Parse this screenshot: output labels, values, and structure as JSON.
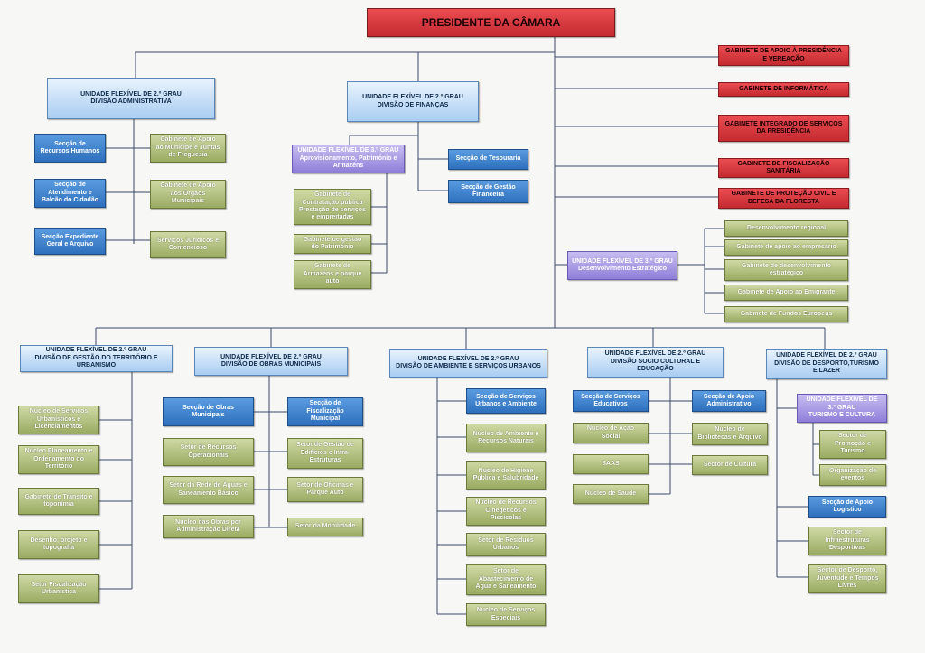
{
  "colors": {
    "red": "#d6353b",
    "light_blue": "#c6e0f8",
    "blue": "#3b80cf",
    "olive": "#b3c27f",
    "purple": "#a898e6",
    "line": "#3a4a6a"
  },
  "president": "PRESIDENTE DA CÂMARA",
  "gabinetes": {
    "apoio_presidencia": "GABINETE DE APOIO À PRESIDÊNCIA\nE VEREAÇÃO",
    "informatica": "GABINETE DE INFORMÁTICA",
    "servicos_presidencia": "GABINETE INTEGRADO DE SERVIÇOS\nDA PRESIDÊNCIA",
    "fiscalizacao_sanitaria": "GABINETE DE FISCALIZAÇÃO\nSANITÁRIA",
    "protecao_civil": "GABINETE DE PROTEÇÃO CIVIL E\nDEFESA DA FLORESTA"
  },
  "div_administrativa": {
    "title": "UNIDADE FLEXÍVEL DE 2.º GRAU\nDIVISÃO ADMINISTRATIVA",
    "recursos_humanos": "Secção de\nRecursos Humanos",
    "atendimento": "Secção de\nAtendimento e\nBalcão do Cidadão",
    "expediente": "Secção Expediente\nGeral e Arquivo",
    "apoio_municipe": "Gabinete de Apoio\nao Munícipe e Juntas\nde Freguesia",
    "apoio_orgaos": "Gabinete de Apoio\naos Órgãos\nMunicipais",
    "juridicos": "Serviços Jurídicos e\nContencioso"
  },
  "div_financas": {
    "title": "UNIDADE FLEXÍVEL DE 2.º GRAU\nDIVISÃO DE FINANÇAS",
    "aprovisionamento": "UNIDADE FLEXÍVEL DE 3.º GRAU\nAprovisionamento, Património e\nArmazéns",
    "contratacao": "Gabinete de\nContratação pública\nPrestação de serviços\ne empreitadas",
    "patrimonio": "Gabinete de gestão\ndo Património",
    "armazens": "Gabinete de\nArmazéns e parque\nauto",
    "tesouraria": "Secção de Tesouraria",
    "gestao_financeira": "Secção de Gestão\nFinanceira"
  },
  "desenv_estrategico": {
    "title": "UNIDADE FLEXÍVEL DE 3.º GRAU\nDesenvolvimento Estratégico",
    "items": [
      "Desenvolvimento regional",
      "Gabinete de apoio ao empresário",
      "Gabinete de desenvolvimento\nestratégico",
      "Gabinete de Apoio ao Emigrante",
      "Gabinete de Fundos Europeus"
    ]
  },
  "div_territorio": {
    "title": "UNIDADE FLEXÍVEL DE 2.º GRAU\nDIVISÃO DE GESTÃO DO TERRITÓRIO E\nURBANISMO",
    "items": [
      "Núcleo de Serviços\nUrbanísticos e\nLicenciamentos",
      "Núcleo Planeamento e\nOrdenamento do\nTerritório",
      "Gabinete de Trânsito e\ntoponímia",
      "Desenho, projeto e\ntopografia",
      "Setor Fiscalização\nUrbanística"
    ]
  },
  "div_obras": {
    "title": "UNIDADE FLEXÍVEL DE 2.º GRAU\nDIVISÃO DE OBRAS MUNICIPAIS",
    "obras": "Secção de Obras\nMunicipais",
    "fiscalizacao": "Secção de\nFiscalização\nMunicipal",
    "left": [
      "Setor de Recursos\nOperacionais",
      "Setor da Rede de Águas e\nSaneamento Básico",
      "Núcleo das Obras por\nAdministração Direta"
    ],
    "right": [
      "Setor de Gestão de\nEdifícios e Infra-\nEstruturas",
      "Setor de Oficinas e\nParque Auto",
      "Setor da Mobilidade"
    ]
  },
  "div_ambiente": {
    "title": "UNIDADE FLEXÍVEL DE 2.º GRAU\nDIVISÃO DE AMBIENTE E SERVIÇOS URBANOS",
    "seccao": "Secção de Serviços\nUrbanos e Ambiente",
    "items": [
      "Núcleo de Ambiente e\nRecursos Naturais",
      "Núcleo de Higiene\nPública e Salubridade",
      "Núcleo de Recursos\nCinegéticos e\nPiscícolas",
      "Setor de Resíduos\nUrbanos",
      "Setor de\nAbastecimento de\nÁgua e Saneamento",
      "Núcleo de Serviços\nEspeciais"
    ]
  },
  "div_socio": {
    "title": "UNIDADE FLEXÍVEL DE 2.º GRAU\nDIVISÃO SOCIO CULTURAL E\nEDUCAÇÃO",
    "educativos": "Secção de Serviços\nEducativos",
    "acao_social": "Núcleo de Ação\nSocial",
    "saas": "SAAS",
    "saude": "Núcleo de Saúde",
    "apoio_admin": "Secção de Apoio\nAdministrativo",
    "bibliotecas": "Núcleo de\nBibliotecas e Arquivo",
    "cultura": "Sector de Cultura"
  },
  "div_desporto": {
    "title": "UNIDADE FLEXÍVEL DE 2.º GRAU\nDIVISÃO DE DESPORTO,TURISMO\nE LAZER",
    "turismo": "UNIDADE FLEXÍVEL DE\n3.º GRAU\nTURISMO E CULTURA",
    "promocao": "Sector de\nPromoção e\nTurismo",
    "eventos": "Organização de\neventos",
    "logistico": "Secção de Apoio\nLogístico",
    "infraestruturas": "Sector de\nInfraestruturas\nDesportivas",
    "desporto": "Sector de Desporto,\nJuventude e Tempos\nLivres"
  }
}
